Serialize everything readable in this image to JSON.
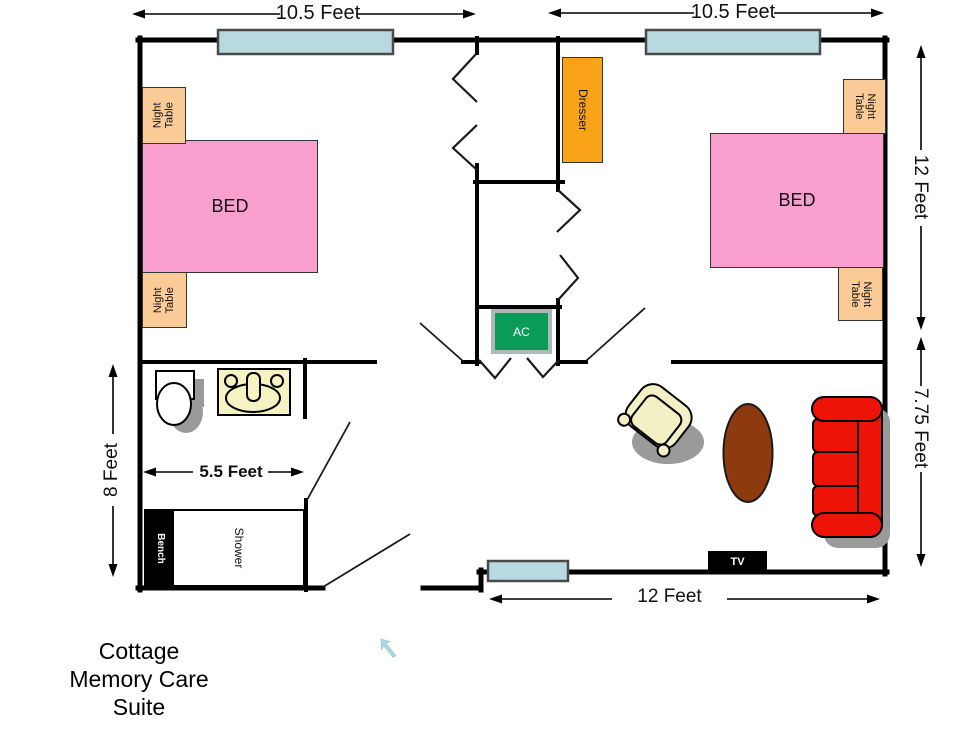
{
  "plan": {
    "title": {
      "line1": "Cottage",
      "line2": "Memory Care",
      "line3": "Suite"
    },
    "dimensions": {
      "bedroom_left_width": "10.5 Feet",
      "bedroom_right_width": "10.5 Feet",
      "bedroom_depth": "12 Feet",
      "living_room_depth": "7.75 Feet",
      "bathroom_depth": "8 Feet",
      "shower_width": "5.5 Feet",
      "living_room_width": "12 Feet"
    },
    "furniture": {
      "bed": "BED",
      "night_table": "Night Table",
      "dresser": "Dresser",
      "ac": "AC",
      "shower": "Shower",
      "bench": "Bench",
      "tv": "TV"
    }
  },
  "icons": {
    "cursor": "arrow-up-left-pointer"
  },
  "colors": {
    "wall": "#000000",
    "window": "#b9d9e0",
    "bed": "#f99fd0",
    "night_table": "#fbcb97",
    "dresser": "#fba318",
    "ac_green": "#0b9b59",
    "ac_frame": "#aeb8ba",
    "sofa_red": "#ee1307",
    "table_brown": "#8c3a0e",
    "chair_cream": "#f4f0c6",
    "sink_yellow": "#f7f2c2",
    "shadow_gray": "#9a9a9a",
    "cursor_blue": "#a9d7de"
  }
}
